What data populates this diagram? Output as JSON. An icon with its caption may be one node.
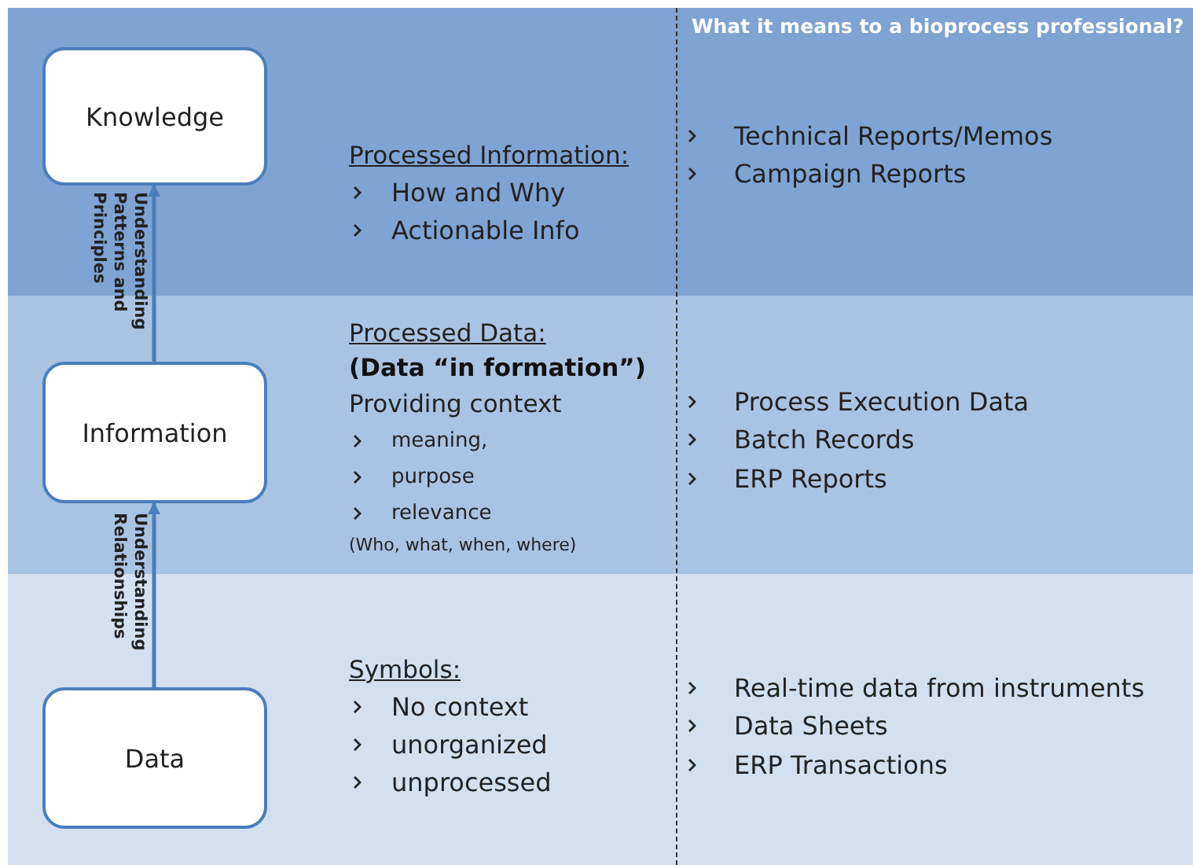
{
  "diagram": {
    "nodes": [
      {
        "text": [
          "Knowledge"
        ]
      },
      {
        "text": [
          "Information"
        ]
      },
      {
        "text": [
          "Data"
        ]
      }
    ],
    "edges": [
      {
        "from": 1,
        "to": 0,
        "arrow": "to",
        "label": "Understanding Patterns and Principles"
      },
      {
        "from": 2,
        "to": 1,
        "arrow": "to",
        "label": "Understanding Relationships"
      }
    ],
    "labels": [
      "What it means to a  bioprocess professional?",
      "Processed Information:",
      "How and Why",
      "Actionable Info",
      "Technical Reports/Memos",
      "Campaign Reports",
      "Processed Data:",
      "(Data “in formation”)",
      "Providing context",
      "meaning,",
      "purpose",
      "relevance",
      "(Who, what, when, where)",
      "Process Execution Data",
      "Batch Records",
      "ERP Reports",
      "Symbols:",
      "No context",
      "unorganized",
      "unprocessed",
      "Real-time data from instruments",
      "Data Sheets",
      "ERP Transactions"
    ]
  }
}
